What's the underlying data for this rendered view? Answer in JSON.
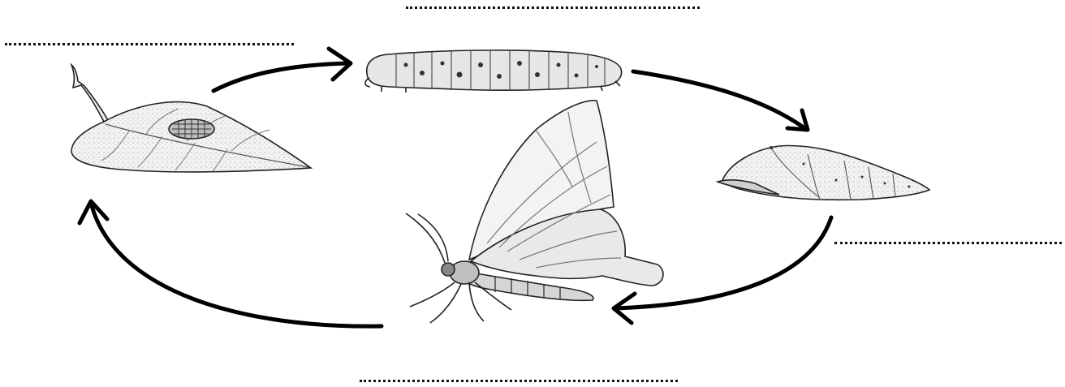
{
  "diagram": {
    "stages": [
      {
        "id": "egg",
        "icon": "eggs-on-leaf-illustration",
        "label": ""
      },
      {
        "id": "larva",
        "icon": "caterpillar-illustration",
        "label": ""
      },
      {
        "id": "pupa",
        "icon": "chrysalis-illustration",
        "label": ""
      },
      {
        "id": "adult",
        "icon": "butterfly-illustration",
        "label": ""
      }
    ],
    "cycle_order": [
      "egg",
      "larva",
      "pupa",
      "adult",
      "egg"
    ],
    "colors": {
      "ink": "#111111",
      "fill_light": "#f1f1f1",
      "fill_mid": "#e2e2e2"
    }
  }
}
